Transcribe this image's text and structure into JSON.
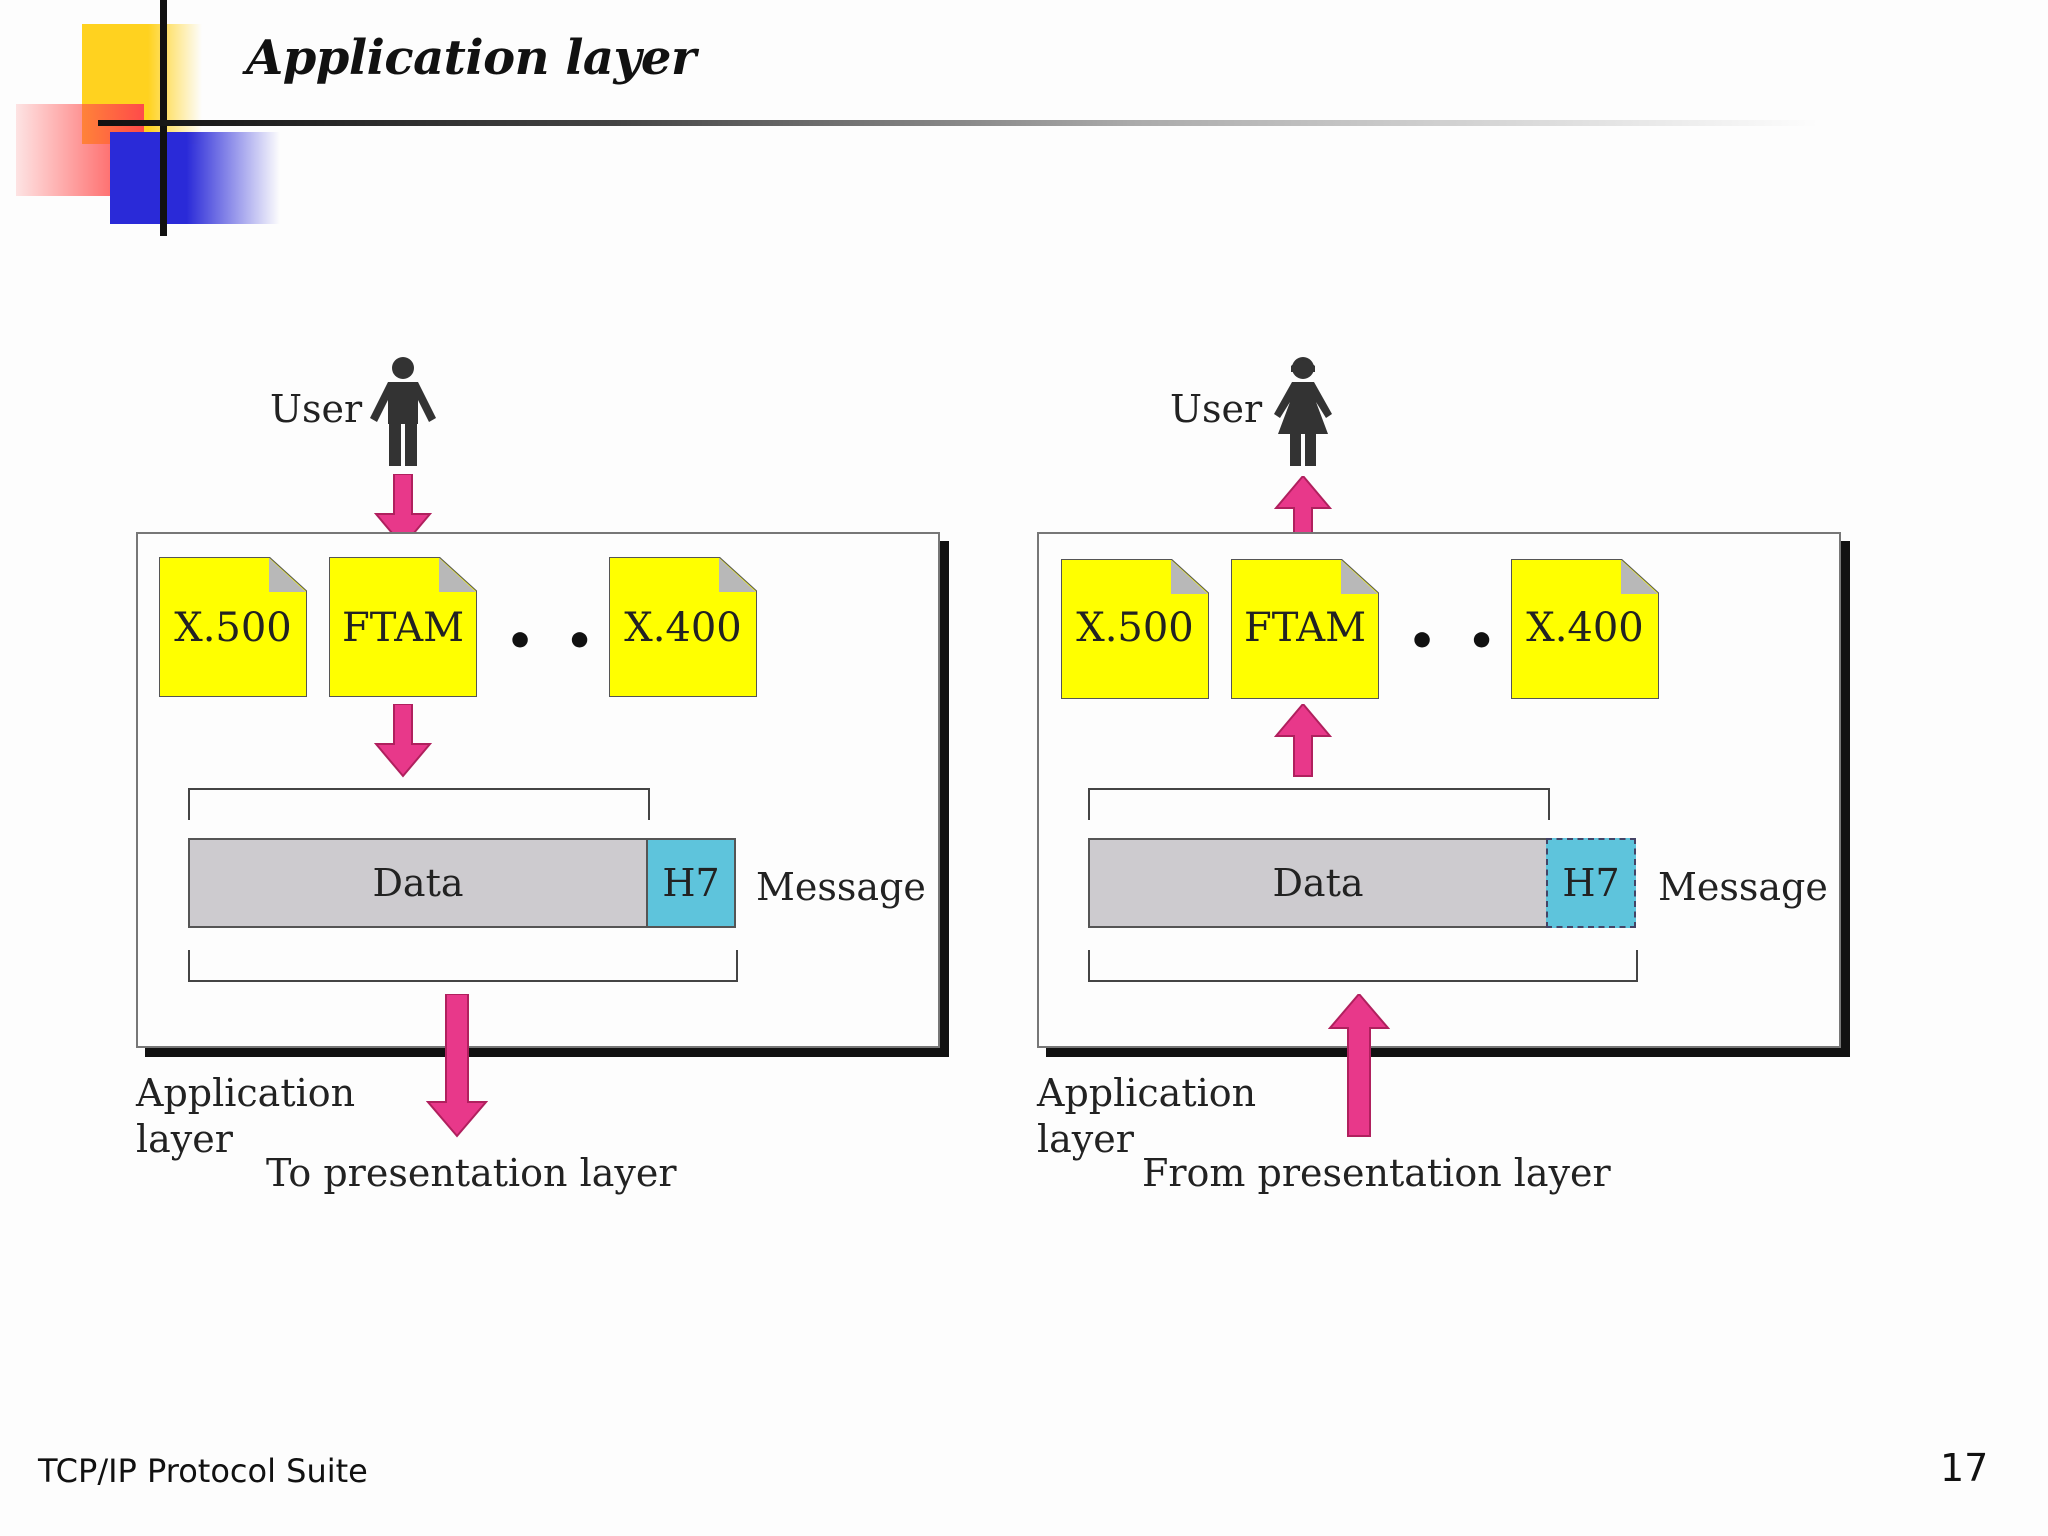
{
  "slide": {
    "title": "Application layer",
    "footer_left": "TCP/IP Protocol Suite",
    "page_number": "17"
  },
  "colors": {
    "arrow": "#e8388a",
    "doc_fill": "#ffff00",
    "data_fill": "#cdcbcf",
    "header_fill": "#5ec4dc"
  },
  "sender": {
    "user_label": "User",
    "docs": [
      "X.500",
      "FTAM",
      "X.400"
    ],
    "ellipsis": "• • •",
    "data_label": "Data",
    "header_label": "H7",
    "message_label": "Message",
    "layer_label_line1": "Application",
    "layer_label_line2": "layer",
    "direction_label": "To presentation layer",
    "user_icon": "male-user-icon"
  },
  "receiver": {
    "user_label": "User",
    "docs": [
      "X.500",
      "FTAM",
      "X.400"
    ],
    "ellipsis": "• • •",
    "data_label": "Data",
    "header_label": "H7",
    "message_label": "Message",
    "layer_label_line1": "Application",
    "layer_label_line2": "layer",
    "direction_label": "From presentation layer",
    "user_icon": "female-user-icon"
  }
}
